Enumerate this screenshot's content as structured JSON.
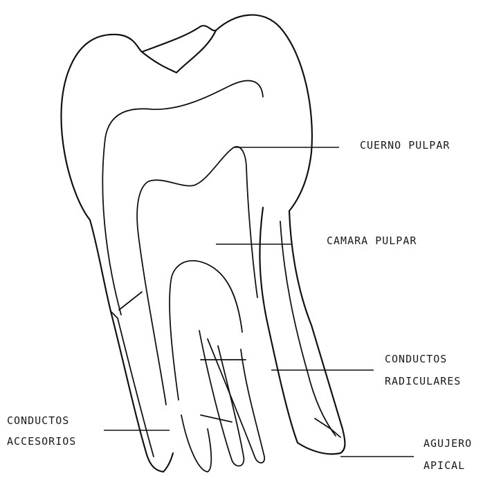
{
  "labels": {
    "cuerno_pulpar": "CUERNO PULPAR",
    "camara_pulpar": "CAMARA PULPAR",
    "conductos_radiculares_1": "CONDUCTOS",
    "conductos_radiculares_2": "RADICULARES",
    "conductos_accesorios_1": "CONDUCTOS",
    "conductos_accesorios_2": "ACCESORIOS",
    "agujero_apical_1": "AGUJERO",
    "agujero_apical_2": "APICAL"
  }
}
